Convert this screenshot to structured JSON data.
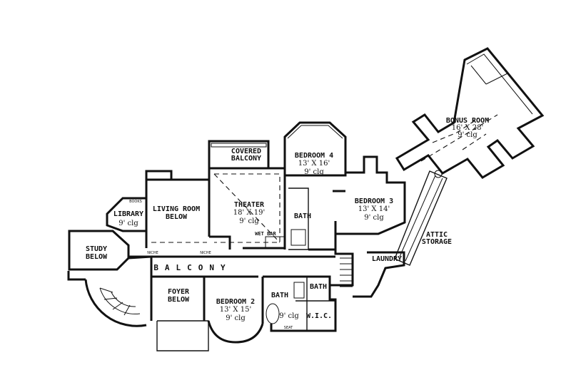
{
  "rooms": {
    "bonus_room": {
      "name": "BONUS ROOM",
      "size": "16' X 28'",
      "ceiling": "9' clg"
    },
    "covered_balcony": {
      "line1": "COVERED",
      "line2": "BALCONY"
    },
    "bedroom4": {
      "name": "BEDROOM 4",
      "size": "13' X 16'",
      "ceiling": "9' clg"
    },
    "bedroom3": {
      "name": "BEDROOM 3",
      "size": "13' X 14'",
      "ceiling": "9' clg"
    },
    "theater": {
      "name": "THEATER",
      "size": "18' X 19'",
      "ceiling": "9' clg"
    },
    "living_room": {
      "line1": "LIVING ROOM",
      "line2": "BELOW"
    },
    "library": {
      "name": "LIBRARY",
      "ceiling": "9' clg"
    },
    "study": {
      "line1": "STUDY",
      "line2": "BELOW"
    },
    "bath_upper": {
      "name": "BATH"
    },
    "wet_bar": {
      "name": "WET BAR"
    },
    "attic": {
      "line1": "ATTIC",
      "line2": "STORAGE"
    },
    "laundry": {
      "name": "LAUNDRY"
    },
    "balcony": {
      "name": "BALCONY"
    },
    "foyer": {
      "line1": "FOYER",
      "line2": "BELOW"
    },
    "bedroom2": {
      "name": "BEDROOM 2",
      "size": "13' X 15'",
      "ceiling": "9' clg"
    },
    "bath_master": {
      "name": "BATH",
      "ceiling": "9' clg"
    },
    "bath_right": {
      "name": "BATH"
    },
    "wic": {
      "name": "W.I.C."
    },
    "seat": {
      "name": "SEAT"
    },
    "books": {
      "name": "BOOKS"
    },
    "niche": {
      "name": "NICHE"
    }
  }
}
